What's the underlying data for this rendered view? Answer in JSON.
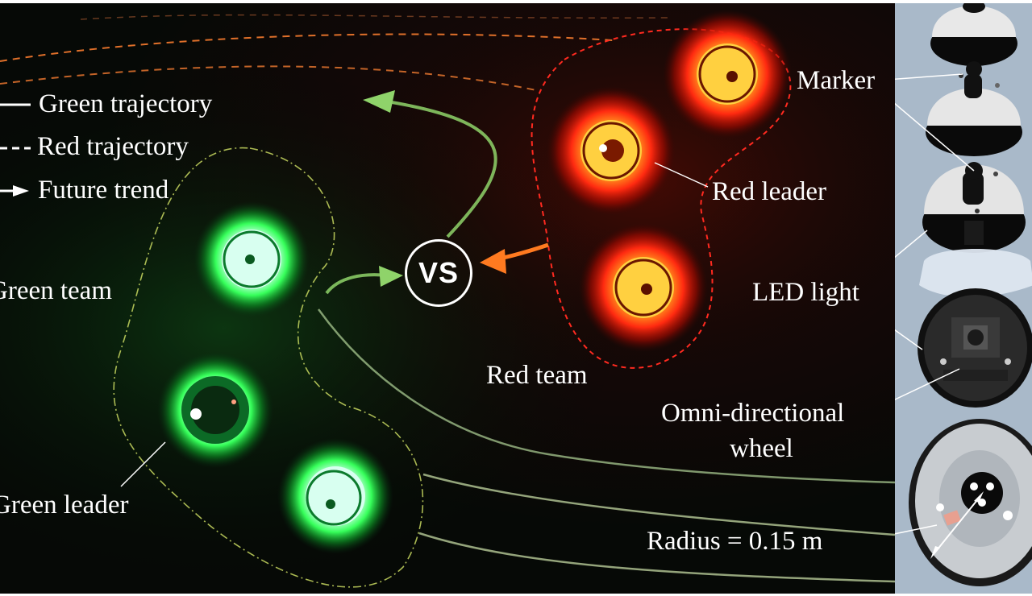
{
  "legend": {
    "green_trajectory": "Green trajectory",
    "red_trajectory": "Red trajectory",
    "future_trend": "Future trend"
  },
  "labels": {
    "green_team": "Green team",
    "green_leader": "Green leader",
    "red_team": "Red team",
    "red_leader": "Red leader",
    "vs": "VS"
  },
  "robot_parts": {
    "marker": "Marker",
    "led_light": "LED light",
    "omni_wheel_line1": "Omni-directional",
    "omni_wheel_line2": "wheel",
    "radius": "Radius = 0.15 m"
  },
  "colors": {
    "green_glow": "#36ff5a",
    "red_glow": "#ff2a10",
    "orange_core": "#ffa020",
    "background": "#060906",
    "panel": "#a8b8c8"
  }
}
